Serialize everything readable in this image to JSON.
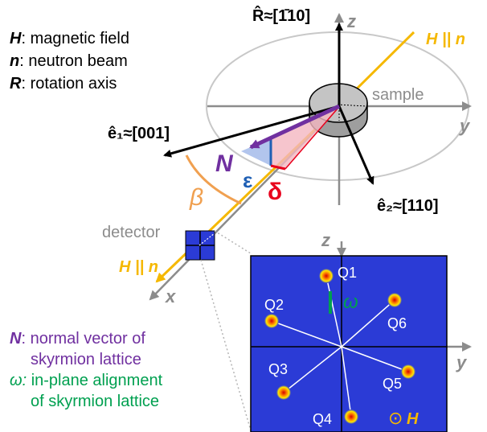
{
  "legend": {
    "h_sym": "H",
    "h_text": ": magnetic field",
    "n_sym": "n",
    "n_text": ": neutron beam",
    "r_sym": "R",
    "r_text": ": rotation axis"
  },
  "labels": {
    "r_hat": "R̂≈[1̄10]",
    "z": "z",
    "y": "y",
    "x": "x",
    "h_par_n_top": "H || n",
    "h_par_n_bottom": "H || n",
    "sample": "sample",
    "e1": "ê₁≈[001]",
    "e2": "ê₂≈[110]",
    "N": "N",
    "epsilon": "ε",
    "delta": "δ",
    "beta": "β",
    "detector": "detector"
  },
  "detector_pattern": {
    "z": "z",
    "y": "y",
    "spots": [
      "Q1",
      "Q2",
      "Q3",
      "Q4",
      "Q5",
      "Q6"
    ],
    "omega": "ω",
    "field_symbol": "⊙",
    "field_label": "H"
  },
  "notes": {
    "n_sym": "N",
    "n_line1": ": normal vector of",
    "n_line2": "skyrmion lattice",
    "omega_sym": "ω:",
    "omega_line1": " in-plane alignment",
    "omega_line2": "of skyrmion lattice"
  },
  "colors": {
    "beam": "#f5b800",
    "axis_gray": "#8c8c8c",
    "normal_purple": "#7030a0",
    "epsilon_blue": "#1f5fb4",
    "delta_red": "#e8001c",
    "beta_orange": "#f0a050",
    "omega_green": "#00a050",
    "detector_blue": "#2b3bd6"
  }
}
